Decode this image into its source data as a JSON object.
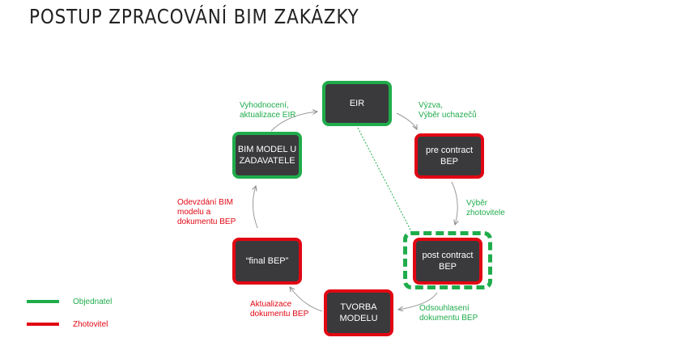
{
  "title": "POSTUP ZPRACOVÁNÍ BIM ZAKÁZKY",
  "colors": {
    "objednatel": "#1fac4b",
    "zhotovitel": "#e10613",
    "node_fill": "#3a3a3c"
  },
  "nodes": {
    "eir": "EIR",
    "pre_contract": "pre contract\nBEP",
    "post_contract": "post contract\nBEP",
    "tvorba": "TVORBA\nMODELU",
    "final": "“final BEP”",
    "bim_model": "BIM MODEL U\nZADAVATELE"
  },
  "edges": {
    "vyzva": "Výzva,\nVýběr uchazečů",
    "vyber_zhotovitele": "Výběr\nzhotovitele",
    "odsouhlaseni": "Odsouhlasení\ndokumentu BEP",
    "aktualizace": "Aktualizace\ndokumentu BEP",
    "odevzdani": "Odevzdání BIM\nmodelu a\ndokumentu BEP",
    "vyhodnoceni": "Vyhodnocení,\naktualizace EIR"
  },
  "legend": [
    {
      "label": "Objednatel",
      "color": "#1fac4b"
    },
    {
      "label": "Zhotovitel",
      "color": "#e10613"
    }
  ]
}
